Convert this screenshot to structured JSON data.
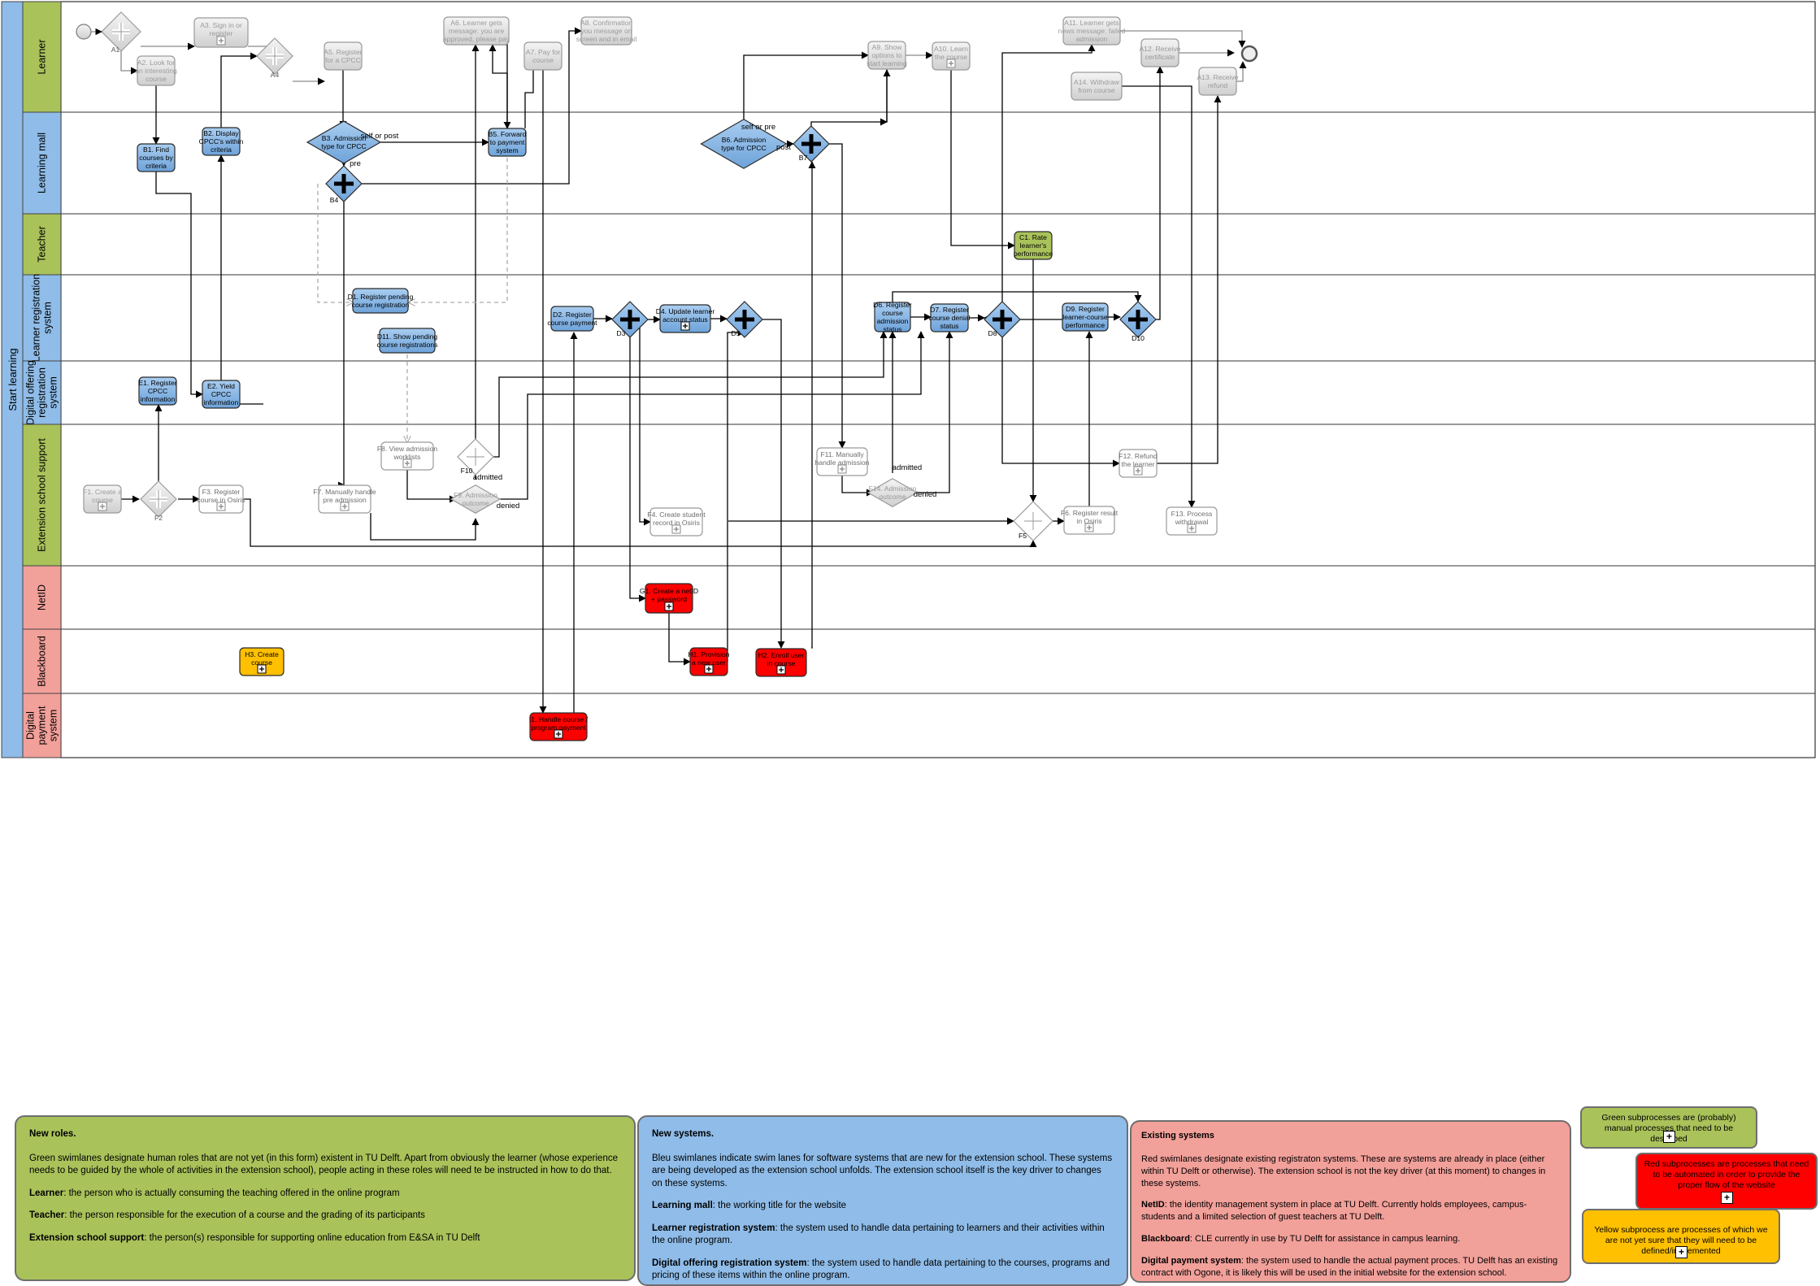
{
  "pool": {
    "label": "Start learning"
  },
  "lanes": [
    {
      "key": "learner",
      "label": "Learner",
      "color": "#a9c25a"
    },
    {
      "key": "mall",
      "label": "Learning mall",
      "color": "#8fbce8"
    },
    {
      "key": "teacher",
      "label": "Teacher",
      "color": "#a9c25a"
    },
    {
      "key": "lrs",
      "label": "Learner registration system",
      "color": "#8fbce8"
    },
    {
      "key": "dors",
      "label": "Digital offering registration system",
      "color": "#8fbce8"
    },
    {
      "key": "ess",
      "label": "Extension school support",
      "color": "#a9c25a"
    },
    {
      "key": "netid",
      "label": "NetID",
      "color": "#f2a09a"
    },
    {
      "key": "bb",
      "label": "Blackboard",
      "color": "#f2a09a"
    },
    {
      "key": "pay",
      "label": "Digital payment system",
      "color": "#f2a09a"
    }
  ],
  "tasks": [
    {
      "id": "A3",
      "lines": [
        "A3. Sign in or",
        "register"
      ],
      "style": "grey",
      "sub": true
    },
    {
      "id": "A2",
      "lines": [
        "A2. Look for",
        "an interesting",
        "course"
      ],
      "style": "grey",
      "sub": false
    },
    {
      "id": "A5",
      "lines": [
        "A5. Register",
        "for a CPCC"
      ],
      "style": "grey",
      "sub": false
    },
    {
      "id": "A6",
      "lines": [
        "A6. Learner gets",
        "message: you are",
        "approved, please pay"
      ],
      "style": "grey",
      "sub": false
    },
    {
      "id": "A7",
      "lines": [
        "A7. Pay for",
        "course"
      ],
      "style": "grey",
      "sub": false
    },
    {
      "id": "A8",
      "lines": [
        "A8. Confirmation",
        "you message on",
        "screen and in email"
      ],
      "style": "grey",
      "sub": false
    },
    {
      "id": "A9",
      "lines": [
        "A9. Show",
        "options to",
        "start learning"
      ],
      "style": "grey",
      "sub": false
    },
    {
      "id": "A10",
      "lines": [
        "A10. Learn",
        "the course"
      ],
      "style": "grey",
      "sub": true
    },
    {
      "id": "A11",
      "lines": [
        "A11. Learner gets",
        "news message: failed",
        "admission"
      ],
      "style": "grey",
      "sub": false
    },
    {
      "id": "A12",
      "lines": [
        "A12. Receive",
        "certificate"
      ],
      "style": "grey",
      "sub": false
    },
    {
      "id": "A14",
      "lines": [
        "A14. Withdraw",
        "from course"
      ],
      "style": "grey",
      "sub": false
    },
    {
      "id": "A13",
      "lines": [
        "A13. Receive",
        "refund"
      ],
      "style": "grey",
      "sub": false
    },
    {
      "id": "B1",
      "lines": [
        "B1. Find",
        "courses by",
        "criteria"
      ],
      "style": "blue",
      "sub": false
    },
    {
      "id": "B2",
      "lines": [
        "B2. Display",
        "CPCC's within",
        "criteria"
      ],
      "style": "blue",
      "sub": false
    },
    {
      "id": "B5",
      "lines": [
        "B5. Forward",
        "to payment",
        "system"
      ],
      "style": "blue",
      "sub": false
    },
    {
      "id": "C1",
      "lines": [
        "C1. Rate",
        "learner's",
        "performance"
      ],
      "style": "green",
      "sub": false
    },
    {
      "id": "D1",
      "lines": [
        "D1. Register pending",
        "course registration"
      ],
      "style": "blue",
      "sub": false
    },
    {
      "id": "D11",
      "lines": [
        "D11. Show pending",
        "course registrations"
      ],
      "style": "blue",
      "sub": false
    },
    {
      "id": "D2",
      "lines": [
        "D2. Register",
        "course payment"
      ],
      "style": "blue",
      "sub": false
    },
    {
      "id": "D4",
      "lines": [
        "D4. Update learner",
        "account status"
      ],
      "style": "blue",
      "sub": true
    },
    {
      "id": "D6",
      "lines": [
        "D6. Register",
        "course",
        "admission",
        "status"
      ],
      "style": "blue",
      "sub": false
    },
    {
      "id": "D7",
      "lines": [
        "D7. Register",
        "course denial",
        "status"
      ],
      "style": "blue",
      "sub": false
    },
    {
      "id": "D9",
      "lines": [
        "D9. Register",
        "learner-course",
        "performance"
      ],
      "style": "blue",
      "sub": false
    },
    {
      "id": "E1",
      "lines": [
        "E1. Register",
        "CPCC",
        "information"
      ],
      "style": "blue",
      "sub": false
    },
    {
      "id": "E2",
      "lines": [
        "E2. Yield",
        "CPCC",
        "information"
      ],
      "style": "blue",
      "sub": false
    },
    {
      "id": "F1",
      "lines": [
        "F1. Create a",
        "course"
      ],
      "style": "grey",
      "sub": true
    },
    {
      "id": "F3",
      "lines": [
        "F3. Register",
        "course in Osiris"
      ],
      "style": "white",
      "sub": true
    },
    {
      "id": "F7",
      "lines": [
        "F7. Manually handle",
        "pre admission"
      ],
      "style": "white",
      "sub": true
    },
    {
      "id": "F8",
      "lines": [
        "F8. View admission",
        "worklists"
      ],
      "style": "white",
      "sub": true
    },
    {
      "id": "F4",
      "lines": [
        "F4. Create student",
        "record in Osiris"
      ],
      "style": "white",
      "sub": true
    },
    {
      "id": "F11",
      "lines": [
        "F11. Manually",
        "handle admission"
      ],
      "style": "white",
      "sub": true
    },
    {
      "id": "F12",
      "lines": [
        "F12. Refund",
        "the learner"
      ],
      "style": "white",
      "sub": true
    },
    {
      "id": "F6",
      "lines": [
        "F6. Register result",
        "in Osiris"
      ],
      "style": "white",
      "sub": true
    },
    {
      "id": "F13",
      "lines": [
        "F13. Process",
        "withdrawal"
      ],
      "style": "white",
      "sub": true
    },
    {
      "id": "G1",
      "lines": [
        "G1. Create a netID",
        "+ password"
      ],
      "style": "red",
      "sub": true
    },
    {
      "id": "H1",
      "lines": [
        "H1. Provision",
        "a new user"
      ],
      "style": "red",
      "sub": true
    },
    {
      "id": "H2",
      "lines": [
        "H2. Enroll user",
        "in course"
      ],
      "style": "red",
      "sub": true
    },
    {
      "id": "H3",
      "lines": [
        "H3. Create",
        "course"
      ],
      "style": "yellow",
      "sub": true
    },
    {
      "id": "I1",
      "lines": [
        "I1. Handle course /",
        "program payment"
      ],
      "style": "red",
      "sub": true
    }
  ],
  "gateways": [
    {
      "id": "A1",
      "label": "A1",
      "style": "grey",
      "kind": "parallel"
    },
    {
      "id": "A4",
      "label": "A4",
      "style": "grey",
      "kind": "parallel"
    },
    {
      "id": "B3",
      "lines": [
        "B3. Admission",
        "type for CPCC"
      ],
      "style": "blue",
      "kind": "decision"
    },
    {
      "id": "B4",
      "label": "B4",
      "style": "blue",
      "kind": "parallel"
    },
    {
      "id": "B6",
      "lines": [
        "B6. Admission",
        "type for CPCC"
      ],
      "style": "blue",
      "kind": "decision"
    },
    {
      "id": "B7",
      "label": "B7",
      "style": "blue",
      "kind": "parallel"
    },
    {
      "id": "D3",
      "label": "D3",
      "style": "blue",
      "kind": "parallel"
    },
    {
      "id": "D5",
      "label": "D5",
      "style": "blue",
      "kind": "parallel"
    },
    {
      "id": "D8",
      "label": "D8",
      "style": "blue",
      "kind": "parallel"
    },
    {
      "id": "D10",
      "label": "D10",
      "style": "blue",
      "kind": "parallel"
    },
    {
      "id": "F2",
      "label": "F2",
      "style": "grey",
      "kind": "parallel"
    },
    {
      "id": "F10",
      "label": "F10",
      "style": "white",
      "kind": "parallel"
    },
    {
      "id": "F9",
      "lines": [
        "F9. Admission",
        "outcome"
      ],
      "style": "grey",
      "kind": "decision"
    },
    {
      "id": "F14",
      "lines": [
        "F14. Admission",
        "outcome"
      ],
      "style": "grey",
      "kind": "decision"
    },
    {
      "id": "F5",
      "label": "F5",
      "style": "white",
      "kind": "parallel"
    }
  ],
  "edge_labels": {
    "self_or_post": "self or post",
    "pre": "pre",
    "self_or_pre": "self or pre",
    "post": "post",
    "admitted_1": "admitted",
    "denied_1": "denied",
    "admitted_2": "admitted",
    "denied_2": "denied"
  },
  "legend": {
    "new_roles": {
      "heading": "New roles.",
      "intro": "Green swimlanes designate human roles that are not yet (in this form) existent in TU Delft. Apart from obviously the learner (whose experience needs to be guided by the whole of activities in the extension school), people acting in these roles will need te be instructed in how to do that.",
      "items": [
        {
          "term": "Learner",
          "text": ": the person who is actually consuming the teaching offered in the online program"
        },
        {
          "term": "Teacher",
          "text": ": the person responsible for the execution of a course and the grading of its participants"
        },
        {
          "term": "Extension school support",
          "text": ": the person(s) responsible for supporting online education from E&SA in TU Delft"
        }
      ]
    },
    "new_systems": {
      "heading": "New systems.",
      "intro": "Bleu swimlanes indicate swim lanes for software systems that are new for the extension school. These systems are being developed as the extension school unfolds. The extension school itself is the key driver to changes on these systems.",
      "items": [
        {
          "term": "Learning mall",
          "text": ": the working title for the website"
        },
        {
          "term": "Learner registration system",
          "text": ": the system used to handle data pertaining to learners and their activities within the online program."
        },
        {
          "term": "Digital offering registration system",
          "text": ": the system used to handle data pertaining to the courses, programs and pricing of these items within the online program."
        }
      ]
    },
    "existing_systems": {
      "heading": "Existing systems",
      "intro": "Red swimlanes designate existing registraton systems. These are systems are already in place (either within TU Delft or otherwise). The extension school is not the key driver (at this moment) to changes in these systems.",
      "items": [
        {
          "term": "NetID",
          "text": ": the identity management system in place at TU Delft. Currently holds employees, campus-students and a limited selection of guest teachers at TU Delft."
        },
        {
          "term": "Blackboard",
          "text": ": CLE currently in use by TU Delft for assistance in campus learning."
        },
        {
          "term": "Digital payment system",
          "text": ": the system used to handle the actual payment proces. TU Delft has an existing contract with Ogone, it is likely this will be used in the initial website for the extension school."
        }
      ]
    },
    "notes": [
      {
        "key": "green",
        "text": "Green subprocesses are (probably) manual processes that need to be described",
        "color": "#a9c25a"
      },
      {
        "key": "red",
        "text": "Red subprocesses are processes that need to be automated in order to provide the proper flow of the website",
        "color": "#ff0000"
      },
      {
        "key": "yellow",
        "text": "Yellow subprocess are processes of which we are not yet sure that they will need to be defined/implemented",
        "color": "#ffc000"
      }
    ]
  }
}
